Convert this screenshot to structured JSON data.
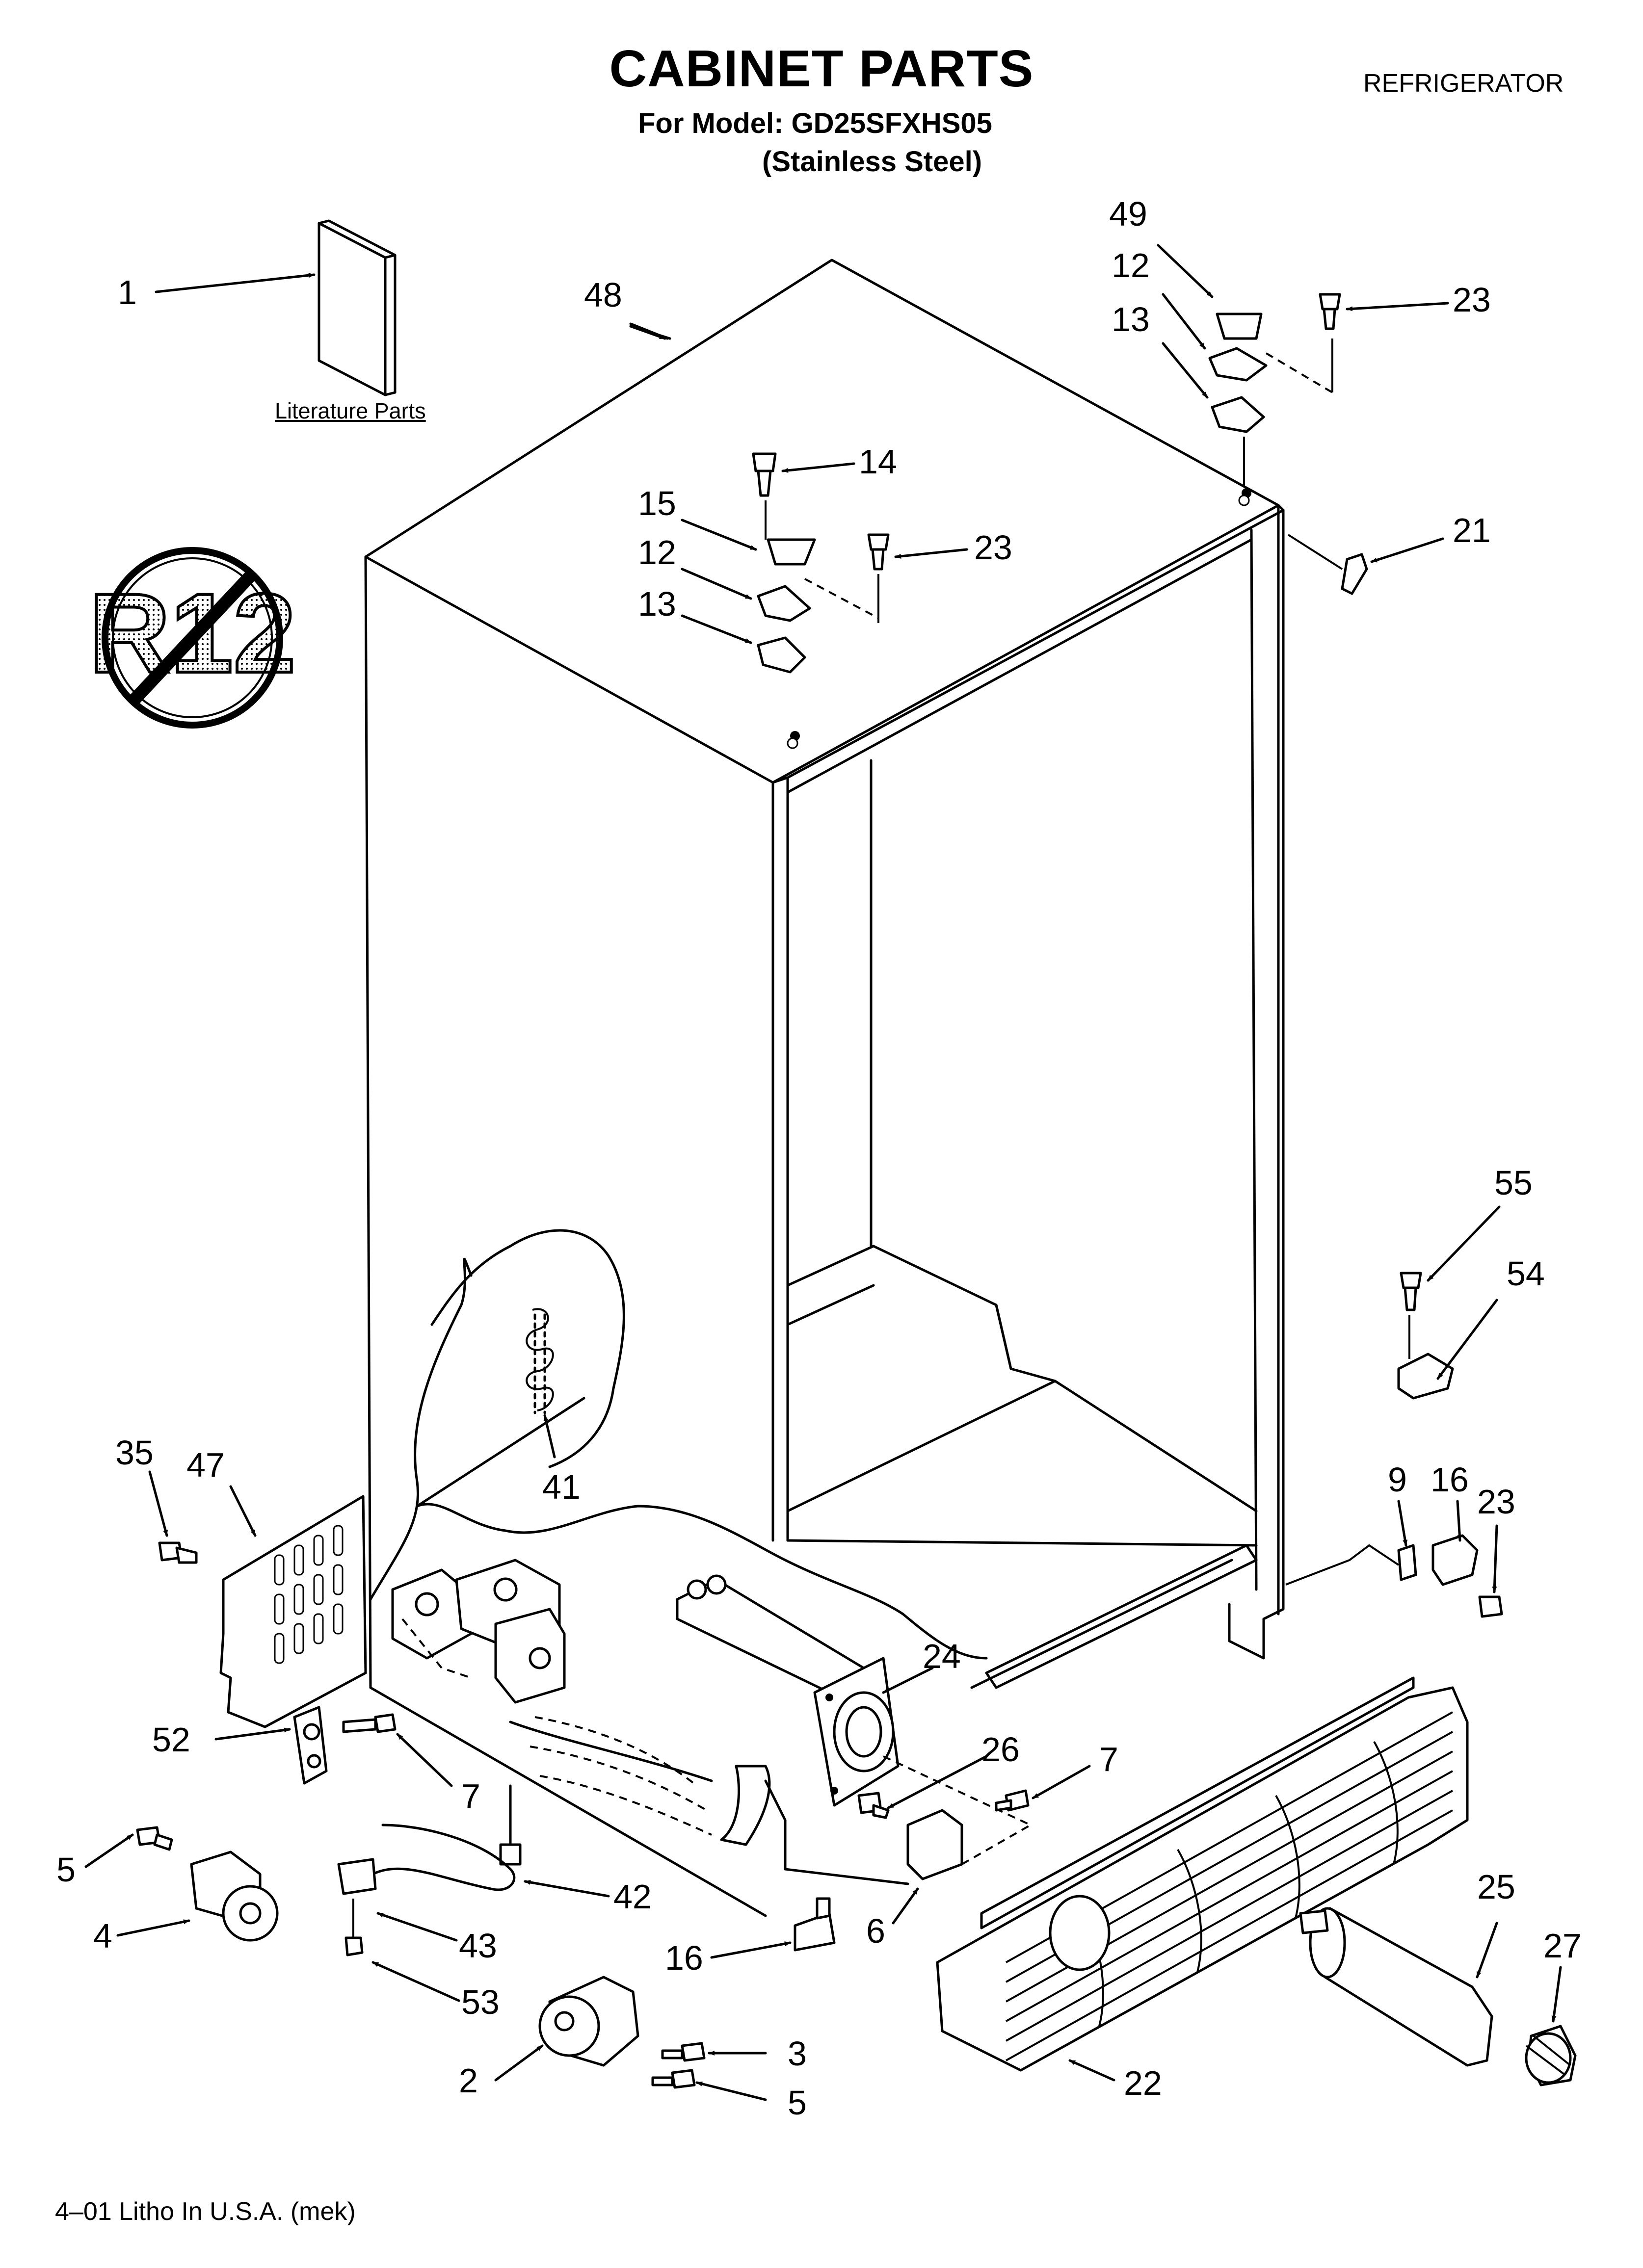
{
  "header": {
    "title": "CABINET PARTS",
    "model_line": "For Model: GD25SFXHS05",
    "finish": "(Stainless Steel)",
    "category": "REFRIGERATOR"
  },
  "literature_label": "Literature Parts",
  "r12_mark": "R12",
  "footer": "4–01 Litho In U.S.A. (mek)",
  "callouts": {
    "c1": "1",
    "c48": "48",
    "c49": "49",
    "c12a": "12",
    "c13a": "13",
    "c23a": "23",
    "c14": "14",
    "c15": "15",
    "c12b": "12",
    "c13b": "13",
    "c23b": "23",
    "c21": "21",
    "c55": "55",
    "c54": "54",
    "c9": "9",
    "c16a": "16",
    "c23c": "23",
    "c35": "35",
    "c47": "47",
    "c41": "41",
    "c24": "24",
    "c52": "52",
    "c7a": "7",
    "c26": "26",
    "c7b": "7",
    "c5a": "5",
    "c4": "4",
    "c42": "42",
    "c43": "43",
    "c6": "6",
    "c16b": "16",
    "c53": "53",
    "c2": "2",
    "c3": "3",
    "c5b": "5",
    "c22": "22",
    "c25": "25",
    "c27": "27"
  }
}
